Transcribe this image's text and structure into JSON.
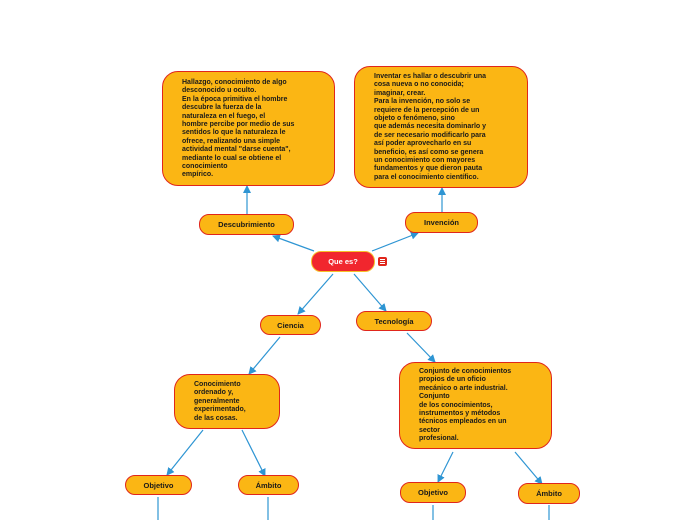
{
  "diagram": {
    "root": {
      "label": "Que es?"
    },
    "nodes": {
      "descubrimiento": {
        "label": "Descubrimiento"
      },
      "invencion": {
        "label": "Invención"
      },
      "ciencia": {
        "label": "Ciencia"
      },
      "tecnologia": {
        "label": "Tecnología"
      },
      "ciencia_objetivo": {
        "label": "Objetivo"
      },
      "ciencia_ambito": {
        "label": "Ámbito"
      },
      "tecnologia_objetivo": {
        "label": "Objetivo"
      },
      "tecnologia_ambito": {
        "label": "Ámbito"
      }
    },
    "notes": {
      "descubrimiento": "Hallazgo, conocimiento de algo\ndesconocido u oculto.\nEn la época primitiva el hombre\ndescubre la fuerza de la\nnaturaleza en el fuego, el\nhombre percibe por medio de sus\nsentidos lo que la naturaleza le\nofrece, realizando una simple\nactividad mental \"darse cuenta\",\nmediante lo cual se obtiene el\nconocimiento\nempírico.",
      "invencion": "Inventar es hallar o descubrir una\ncosa nueva o no conocida;\nimaginar, crear.\nPara la invención, no solo se\nrequiere de la percepción de un\nobjeto o fenómeno, sino\nque además necesita dominarlo y\nde ser necesario modificarlo para\nasí poder aprovecharlo en su\nbeneficio, es así como se genera\nun conocimiento con mayores\nfundamentos y que dieron pauta\npara el conocimiento científico.",
      "ciencia": "Conocimiento\nordenado y,\ngeneralmente\nexperimentado,\nde las cosas.",
      "tecnologia": "Conjunto de conocimientos\npropios de un oficio\nmecánico o arte industrial.\nConjunto\nde los conocimientos,\ninstrumentos y métodos\ntécnicos empleados en un\nsector\nprofesional."
    },
    "colors": {
      "node_fill": "#fbb614",
      "node_border": "#e0261b",
      "root_fill": "#f1262e",
      "connector": "#2e95d3"
    },
    "icons": {
      "root_menu": "menu-icon"
    }
  }
}
